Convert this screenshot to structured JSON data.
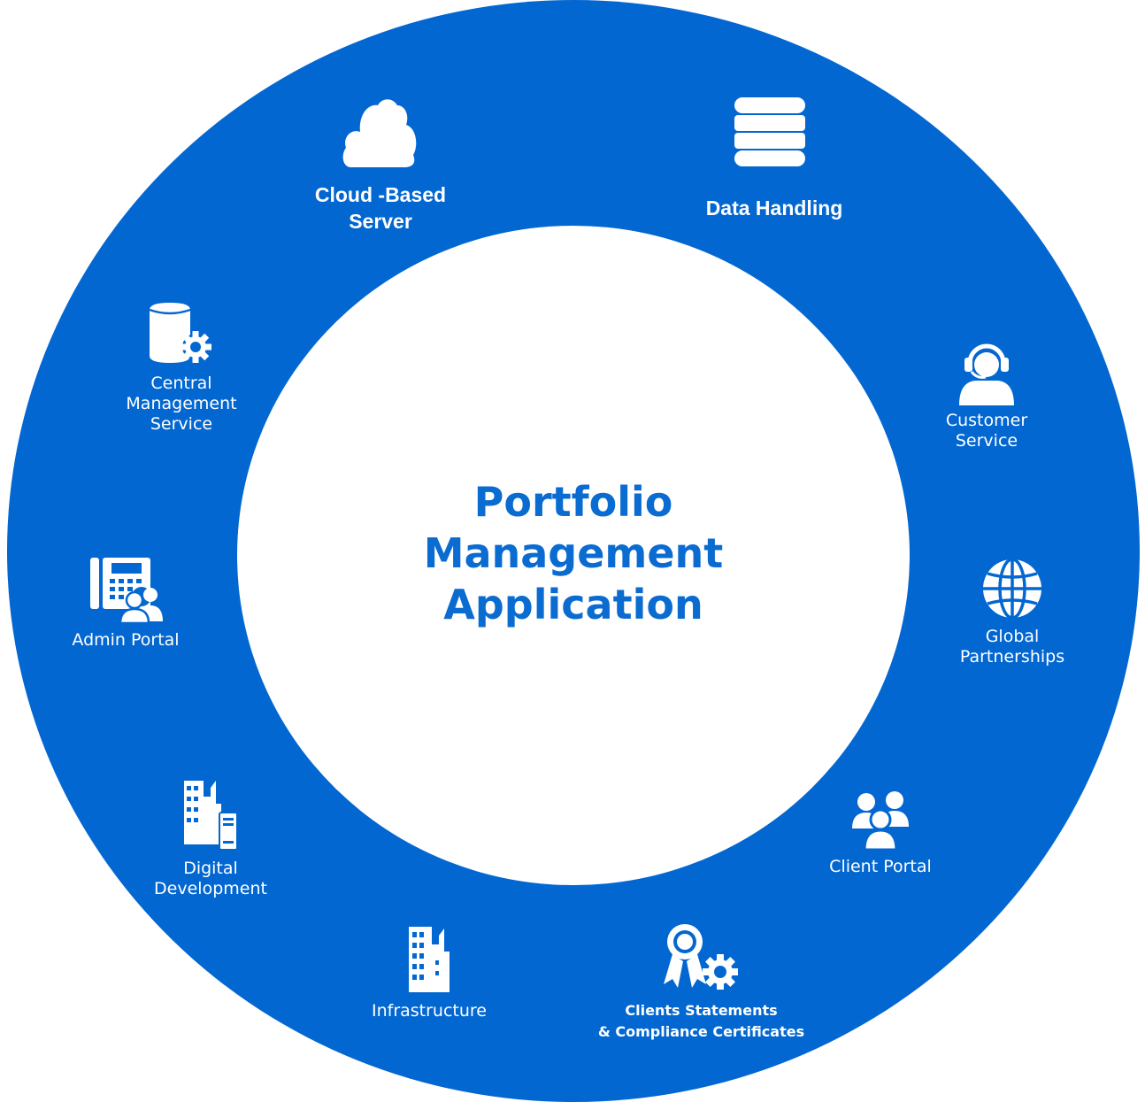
{
  "center": {
    "line1": "Portfolio",
    "line2": "Management",
    "line3": "Application"
  },
  "nodes": {
    "cloud": {
      "line1": "Cloud -Based",
      "line2": "Server",
      "icon": "cloud-icon"
    },
    "data": {
      "line1": "Data Handling",
      "icon": "database-icon"
    },
    "customer": {
      "line1": "Customer",
      "line2": "Service",
      "icon": "headset-user-icon"
    },
    "global": {
      "line1": "Global",
      "line2": "Partnerships",
      "icon": "globe-icon"
    },
    "client": {
      "line1": "Client Portal",
      "icon": "user-group-icon"
    },
    "statements": {
      "line1": "Clients Statements",
      "line2": "& Compliance Certificates",
      "icon": "award-gear-icon"
    },
    "infra": {
      "line1": "Infrastructure",
      "icon": "buildings-icon"
    },
    "digital": {
      "line1": "Digital",
      "line2": "Development",
      "icon": "building-server-icon"
    },
    "admin": {
      "line1": "Admin Portal",
      "icon": "phone-users-icon"
    },
    "central": {
      "line1": "Central",
      "line2": "Management",
      "line3": "Service",
      "icon": "database-gear-icon"
    }
  },
  "colors": {
    "ring": "#0367d1",
    "title": "#0a6bd0",
    "background": "#ffffff"
  }
}
